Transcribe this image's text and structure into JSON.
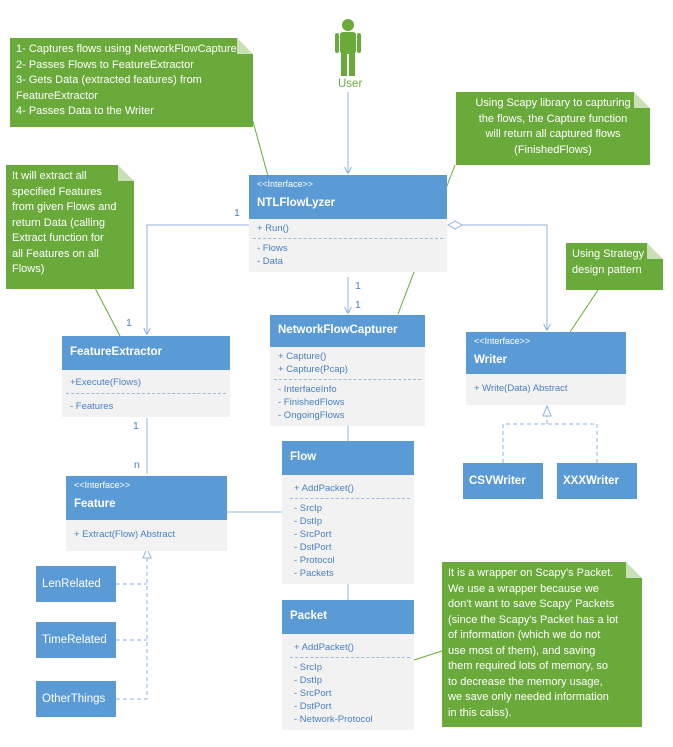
{
  "actor": {
    "label": "User"
  },
  "notes": {
    "capture_steps": [
      "1- Captures flows using NetworkFlowCapturer",
      "2- Passes Flows to FeatureExtractor",
      "3- Gets Data (extracted features) from",
      "FeatureExtractor",
      "4- Passes Data to the Writer"
    ],
    "scapy": [
      "Using Scapy library to capturing",
      "the flows, the Capture function",
      "will return all captured flows",
      "(FinishedFlows)"
    ],
    "extract": [
      "It will extract all",
      "specified Features",
      "from given Flows and",
      "return Data (calling",
      "Extract function for",
      "all Features on all",
      "Flows)"
    ],
    "strategy": [
      "Using Strategy",
      "design pattern"
    ],
    "wrapper": [
      "It is a wrapper on Scapy's Packet.",
      "We use a wrapper because we",
      "don't want to save Scapy' Packets",
      "(since the Scapy's Packet has a lot",
      "of information (which we do not",
      "use most of them), and saving",
      "them required lots of memory, so",
      "to decrease the memory usage,",
      "we save only needed information",
      "in this calss)."
    ]
  },
  "classes": {
    "ntlflowlyzer": {
      "stereotype": "<<Interface>>",
      "name": "NTLFlowLyzer",
      "methods": [
        "+ Run()"
      ],
      "attributes": [
        "- Flows",
        "- Data"
      ]
    },
    "featureextractor": {
      "name": "FeatureExtractor",
      "methods": [
        "+Execute(Flows)"
      ],
      "attributes": [
        "- Features"
      ]
    },
    "networkflowcapturer": {
      "name": "NetworkFlowCapturer",
      "methods": [
        "+ Capture()",
        "+ Capture(Pcap)"
      ],
      "attributes": [
        "- InterfaceInfo",
        "- FinishedFlows",
        "- OngoingFlows"
      ]
    },
    "writer": {
      "stereotype": "<<Interface>>",
      "name": "Writer",
      "methods": [
        "+ Write(Data) Abstract"
      ]
    },
    "feature": {
      "stereotype": "<<Interface>>",
      "name": "Feature",
      "methods": [
        "+ Extract(Flow) Abstract"
      ]
    },
    "flow": {
      "name": "Flow",
      "methods": [
        "+ AddPacket()"
      ],
      "attributes": [
        "- SrcIp",
        "- DstIp",
        "- SrcPort",
        "- DstPort",
        "- Protocol",
        "- Packets"
      ]
    },
    "packet": {
      "name": "Packet",
      "methods": [
        "+ AddPacket()"
      ],
      "attributes": [
        "- SrcIp",
        "- DstIp",
        "- SrcPort",
        "- DstPort",
        "- Network-Protocol"
      ]
    },
    "csvwriter": {
      "name": "CSVWriter"
    },
    "xxxwriter": {
      "name": "XXXWriter"
    },
    "lenrelated": {
      "name": "LenRelated"
    },
    "timerelated": {
      "name": "TimeRelated"
    },
    "otherthings": {
      "name": "OtherThings"
    }
  },
  "multiplicities": {
    "ntl_to_fe": "1",
    "fe_end": "1",
    "ntl_to_nfc": "1",
    "nfc_end": "1",
    "fe_to_feature": "1",
    "feature_end": "n"
  },
  "colors": {
    "class_header": "#5b9bd5",
    "class_body": "#f2f2f2",
    "note": "#6aaa3a",
    "line": "#8fb3dc",
    "note_line": "#6aaa3a"
  }
}
